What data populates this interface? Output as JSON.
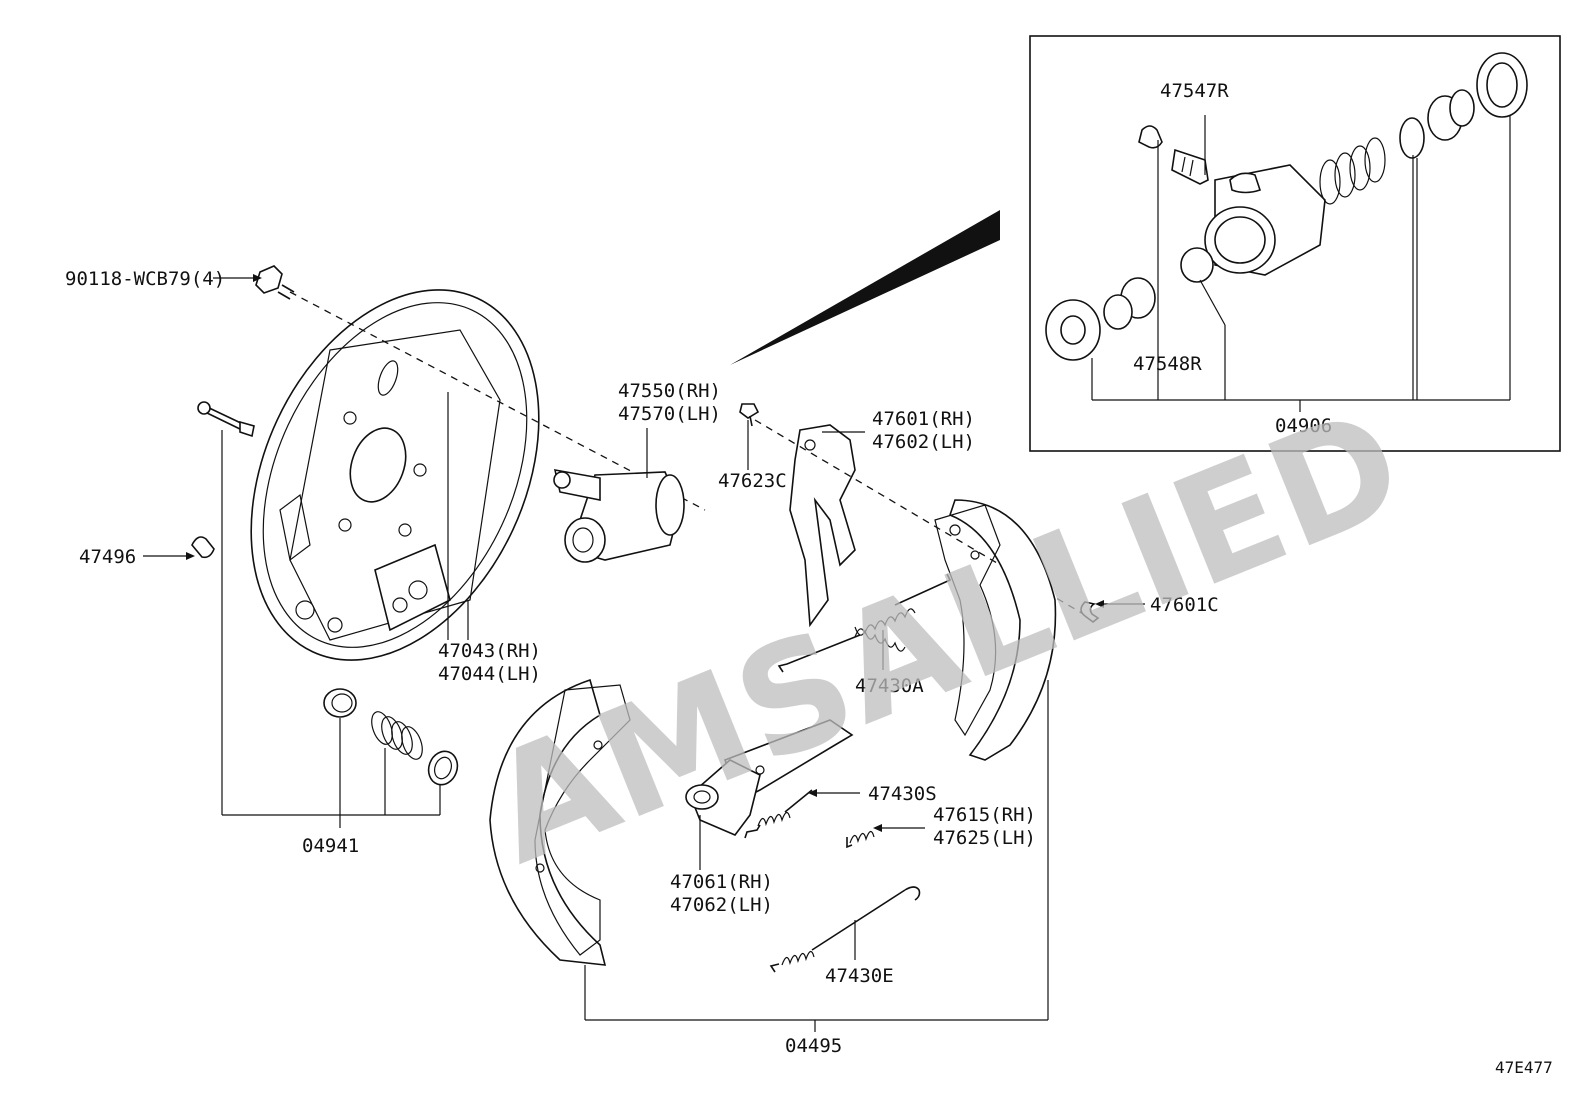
{
  "diagram_id": "47E477",
  "watermark": "AMSALLIED",
  "labels": {
    "bolt": "90118-WCB79(4)",
    "pin": "47496",
    "plate_rh": "47043(RH)",
    "plate_lh": "47044(LH)",
    "kit_hold": "04941",
    "cyl_rh": "47550(RH)",
    "cyl_lh": "47570(LH)",
    "bleeder_top": "47623C",
    "lever_rh": "47601(RH)",
    "lever_lh": "47602(LH)",
    "spring_a": "47430A",
    "clip": "47601C",
    "spring_s": "47430S",
    "spring_rh": "47615(RH)",
    "spring_lh": "47625(LH)",
    "adjuster_rh": "47061(RH)",
    "adjuster_lh": "47062(LH)",
    "spring_e": "47430E",
    "shoe_kit": "04495",
    "bleeder_plug": "47547R",
    "boot": "47548R",
    "cyl_kit": "04906"
  }
}
